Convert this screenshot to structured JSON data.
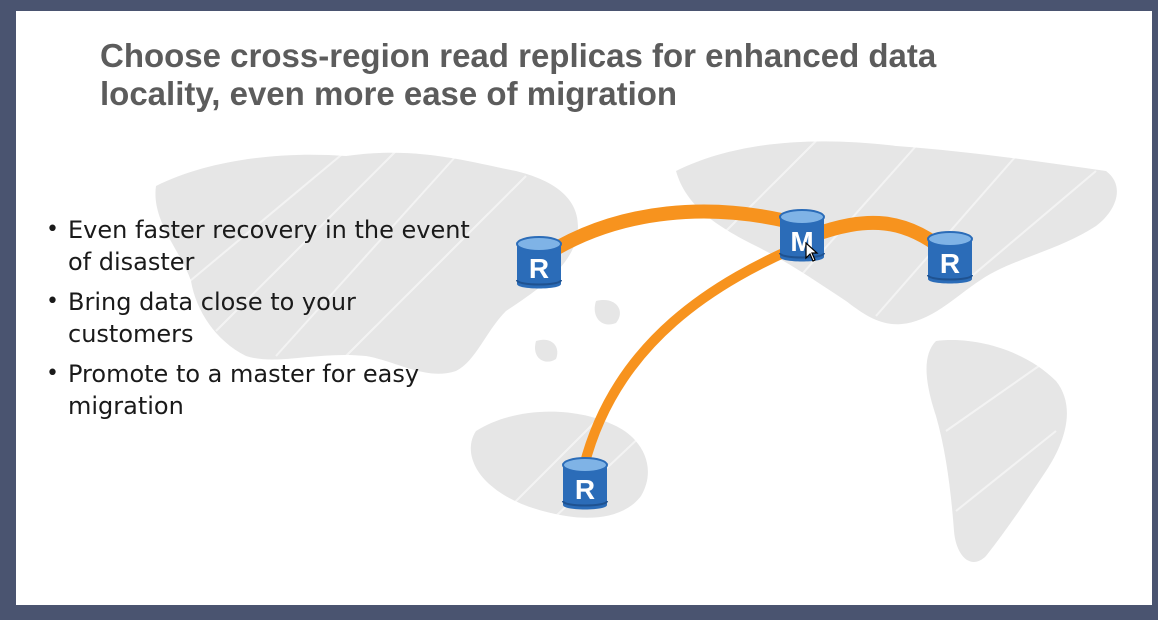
{
  "title": {
    "line1": "Choose cross-region read replicas for enhanced data",
    "line2": "locality, even more ease of migration"
  },
  "bullets": [
    {
      "line1": "Even faster recovery in the event",
      "line2": "of disaster"
    },
    {
      "line1": "Bring data close to your",
      "line2": "customers"
    },
    {
      "line1": "Promote to a master for easy",
      "line2": "migration"
    }
  ],
  "databases": {
    "master": {
      "letter": "M",
      "icon": "database-master-icon"
    },
    "replica_west": {
      "letter": "R",
      "icon": "database-replica-icon"
    },
    "replica_east": {
      "letter": "R",
      "icon": "database-replica-icon"
    },
    "replica_south": {
      "letter": "R",
      "icon": "database-replica-icon"
    }
  },
  "colors": {
    "arc": "#f7931e",
    "db_blue": "#2b6cb8",
    "db_top": "#7fb3e6",
    "map": "#e3e3e3",
    "frame": "#4a5470",
    "title": "#5c5c5c"
  },
  "bullet_glyph": "•"
}
